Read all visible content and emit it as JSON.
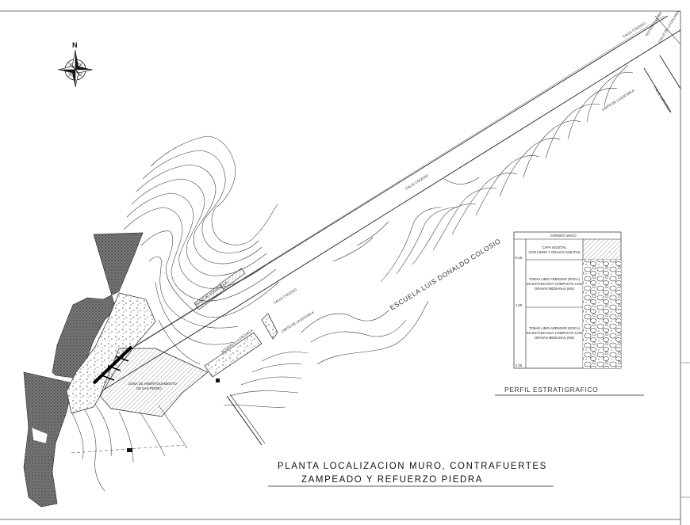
{
  "title": {
    "line1": "PLANTA LOCALIZACION MURO, CONTRAFUERTES",
    "line2": "ZAMPEADO Y REFUERZO PIEDRA"
  },
  "school_label": "ESCUELA LUIS DONALDO COLOSIO",
  "north_label": "N",
  "profile": {
    "caption": "PERFIL ESTRATIGRAFICO",
    "header": "SONDEO UNICO",
    "layers": [
      {
        "depth": "0.15",
        "text": [
          "CAPA VEGETAL",
          "CON LIMOS Y GRAVAS SUELTAS"
        ]
      },
      {
        "depth": "1.00",
        "text": [
          "TOBAS LIMO-ARENOSO (ROCA)",
          "EN ESTADO MUY COMPACTO CON",
          "GRAVAS MEDIANAS (MS)"
        ]
      },
      {
        "depth": "2.00",
        "text": [
          "TOBAS LIMO-ARENOSO (ROCA)",
          "EN ESTADO MUY COMPACTO CON",
          "GRAVAS MEDIANAS (MS)"
        ]
      }
    ]
  },
  "street_labels": {
    "calle_colegio_1": "CALLE COLEGIO",
    "calle_colegio_2": "CALLE COLEGIO",
    "calle_colegio_3": "CALLE COLEGIO",
    "limite_escuela_1": "LIMITE DE LA ESCUELA",
    "limite_escuela_2": "LIMITE DE LA ESCUELA",
    "acceso": "ACCESO A MURO",
    "calle_nicolas": "CALLE DE LA COLONIA",
    "calle_zaragoza": "CALLE ZARAGOZA"
  },
  "site_labels": {
    "muro": "MURO DE CONTENCION",
    "acceso_escuela": "ACCESO A LA ESCUELA",
    "zona_a": "ZONA DE AMORTIGUAMIENTO",
    "zona_b": "DE SAN PEDRO"
  }
}
